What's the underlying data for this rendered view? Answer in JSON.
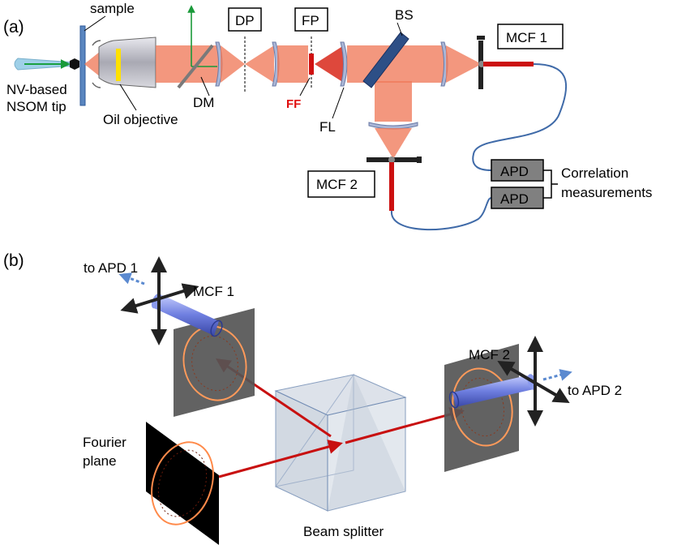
{
  "panel_a": {
    "panel_label": "(a)",
    "sample_label": "sample",
    "tip_label_1": "NV-based",
    "tip_label_2": "NSOM tip",
    "objective_label": "Oil objective",
    "dm_label": "DM",
    "dp_label": "DP",
    "fp_label": "FP",
    "ff_label": "FF",
    "fl_label": "FL",
    "bs_label": "BS",
    "mcf1_label": "MCF 1",
    "mcf2_label": "MCF 2",
    "apd1_label": "APD",
    "apd2_label": "APD",
    "correlation_label_1": "Correlation",
    "correlation_label_2": "measurements"
  },
  "panel_b": {
    "panel_label": "(b)",
    "to_apd1_label": "to APD 1",
    "mcf1_label": "MCF 1",
    "mcf2_label": "MCF 2",
    "to_apd2_label": "to APD 2",
    "fourier_label_1": "Fourier",
    "fourier_label_2": "plane",
    "beam_splitter_label": "Beam splitter"
  },
  "colors": {
    "beam": "#f07a5a",
    "red_fiber": "#cc1010",
    "fiber_blue": "#3f6aa8",
    "apd_box": "#808080",
    "lens": "#aab6d6"
  }
}
